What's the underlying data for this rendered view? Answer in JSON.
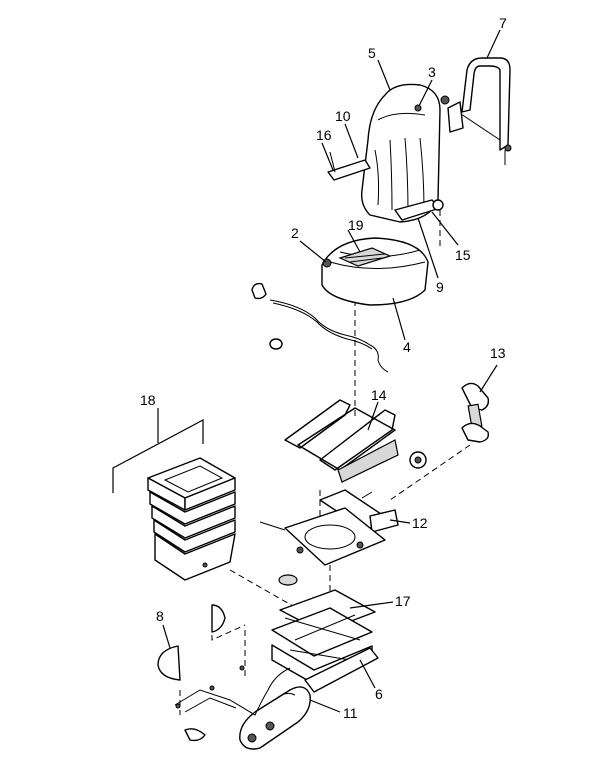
{
  "callouts": {
    "c1": "2",
    "c2": "3",
    "c3": "4",
    "c4": "5",
    "c5": "6",
    "c6": "7",
    "c7": "8",
    "c8": "9",
    "c9": "10",
    "c10": "11",
    "c11": "12",
    "c12": "13",
    "c13": "14",
    "c14": "15",
    "c15": "16",
    "c16": "17",
    "c17": "18",
    "c18": "19"
  }
}
